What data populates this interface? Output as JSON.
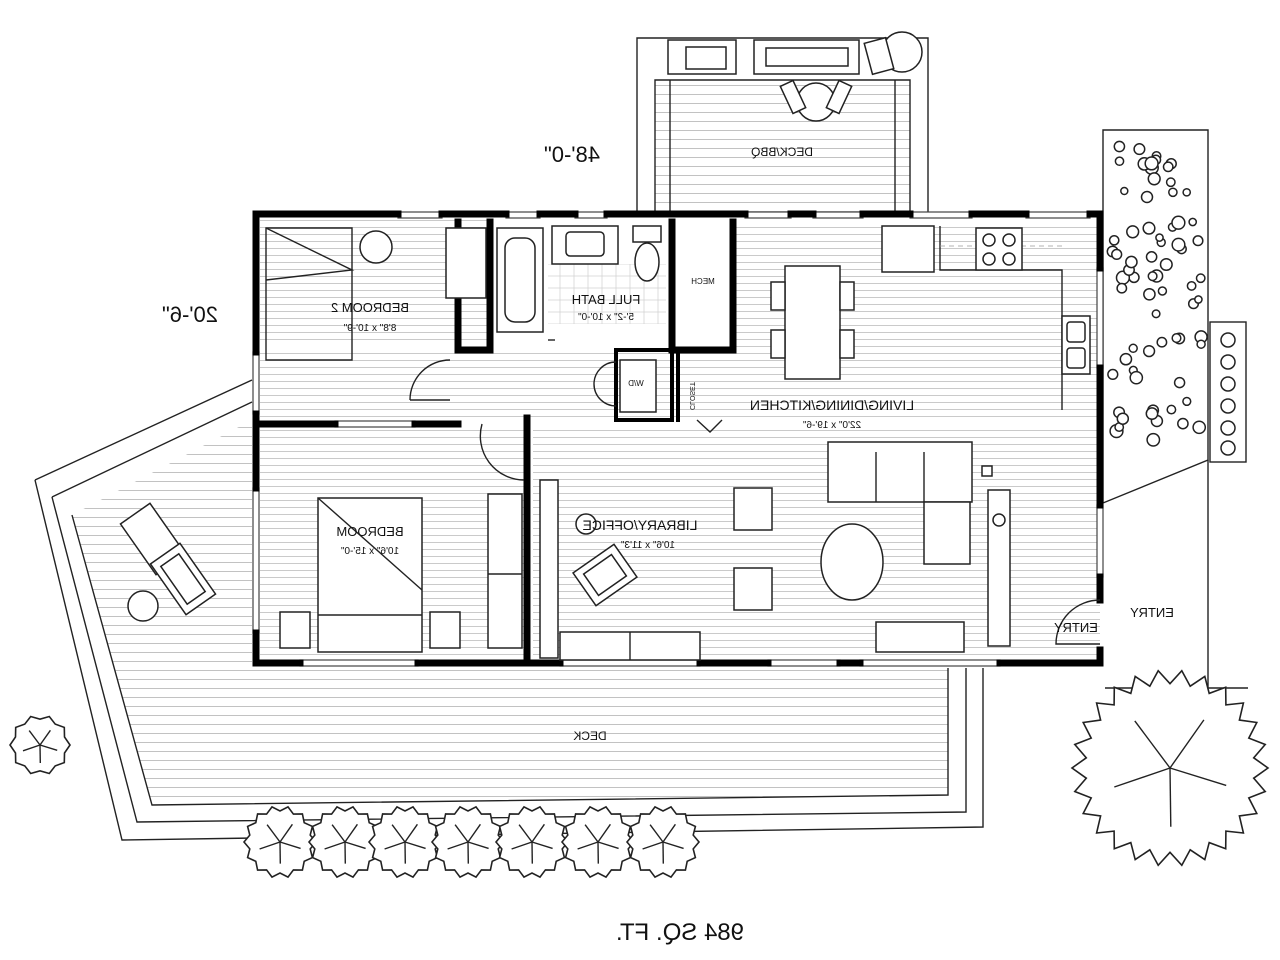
{
  "plan": {
    "total_area": "984 SQ. FT.",
    "width_dimension": "48'-0\"",
    "depth_dimension": "20'-6\"",
    "rooms": {
      "deck_bbq": "DECK/BBQ",
      "bedroom_2": {
        "name": "BEDROOM 2",
        "size": "8'8\" x 10'-9\""
      },
      "full_bath": {
        "name": "FULL BATH",
        "size": "5'-2\" x 10'-0\""
      },
      "mech": "MECH",
      "wd": "W/D",
      "closet": "CLOSET",
      "living": {
        "name": "LIVING/DINING/KITCHEN",
        "size": "22'0\" x 19'-6\""
      },
      "bedroom": {
        "name": "BEDROOM",
        "size": "10'6\" x 15'-0\""
      },
      "library": {
        "name": "LIBRARY/OFFICE",
        "size": "10'6\" x 11'3\""
      },
      "entry_inside": "ENTRY",
      "entry_outside": "ENTRY",
      "deck": "DECK"
    }
  }
}
